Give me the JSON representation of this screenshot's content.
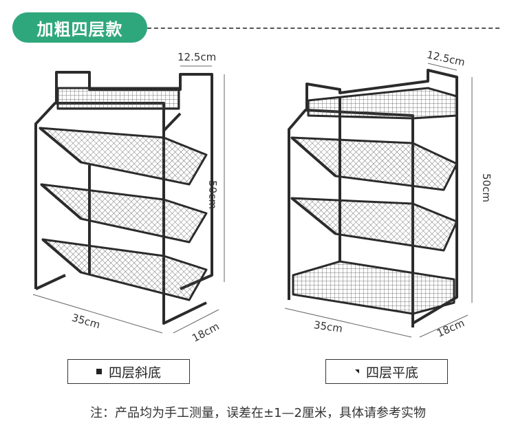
{
  "header": {
    "title": "加粗四层款"
  },
  "left_rack": {
    "dim_top": "12.5cm",
    "dim_height": "50cm",
    "dim_width": "35cm",
    "dim_depth": "18cm",
    "label": "四层斜底"
  },
  "right_rack": {
    "dim_top": "12.5cm",
    "dim_height": "50cm",
    "dim_width": "35cm",
    "dim_depth": "18cm",
    "label": "四层平底"
  },
  "note": "注：产品均为手工测量，误差在±1—2厘米，具体请参考实物",
  "colors": {
    "accent": "#2fa77d",
    "frame": "#2b2b2b",
    "mesh": "#555555"
  }
}
